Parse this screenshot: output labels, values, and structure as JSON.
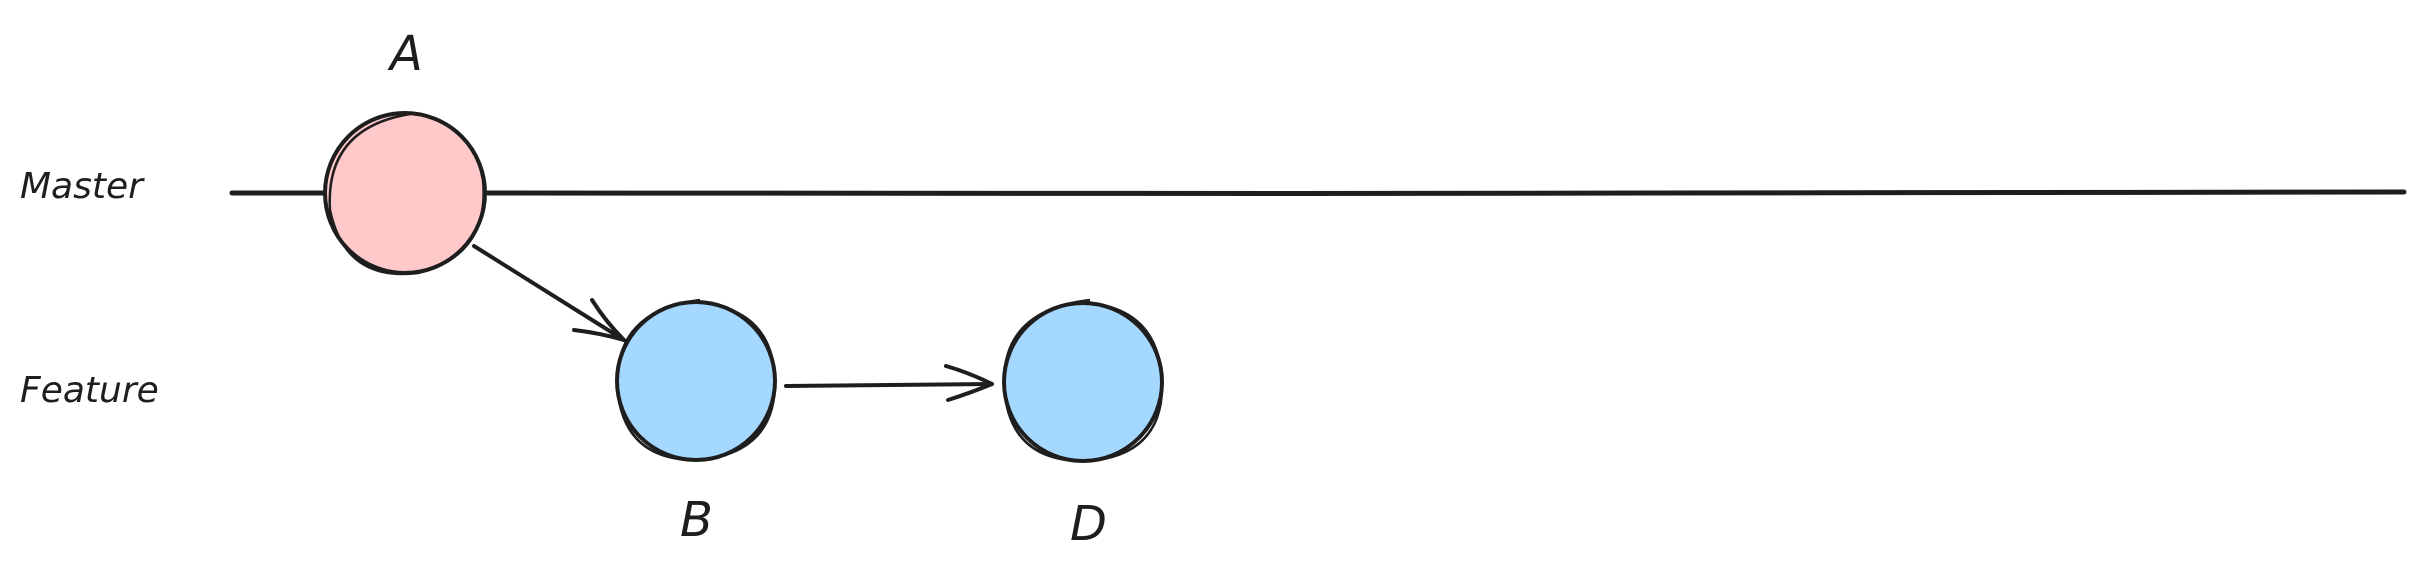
{
  "branches": {
    "master": {
      "label": "Master"
    },
    "feature": {
      "label": "Feature"
    }
  },
  "commits": {
    "a": {
      "label": "A",
      "branch": "Master",
      "color": "#ffc9c9"
    },
    "b": {
      "label": "B",
      "branch": "Feature",
      "color": "#a5d8ff"
    },
    "d": {
      "label": "D",
      "branch": "Feature",
      "color": "#a5d8ff"
    }
  },
  "colors": {
    "stroke": "#1e1e1e",
    "master_commit_fill": "#ffc9c9",
    "feature_commit_fill": "#a5d8ff",
    "background": "#ffffff"
  }
}
